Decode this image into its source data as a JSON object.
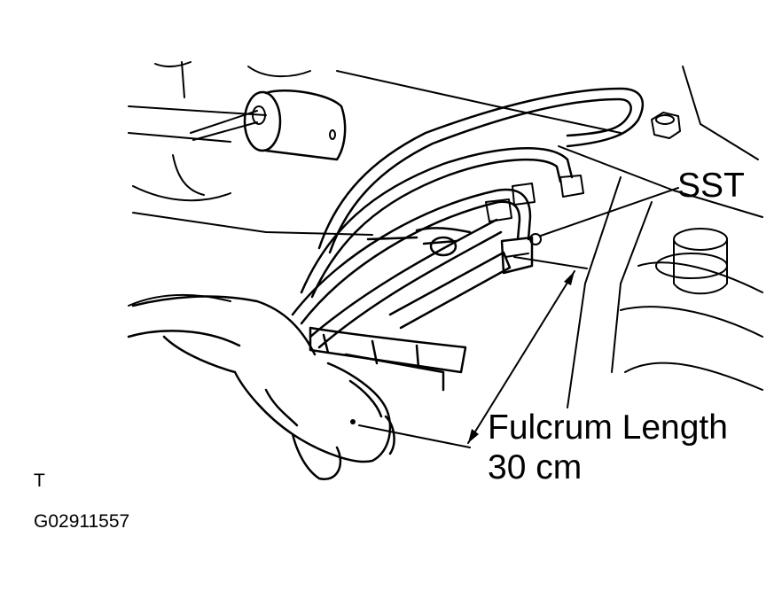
{
  "labels": {
    "tool": "SST",
    "dimension_line1": "Fulcrum Length",
    "dimension_line2": "30 cm",
    "view_marker": "T",
    "figure_code": "G02911557"
  },
  "colors": {
    "ink": "#000000",
    "background": "#ffffff"
  }
}
